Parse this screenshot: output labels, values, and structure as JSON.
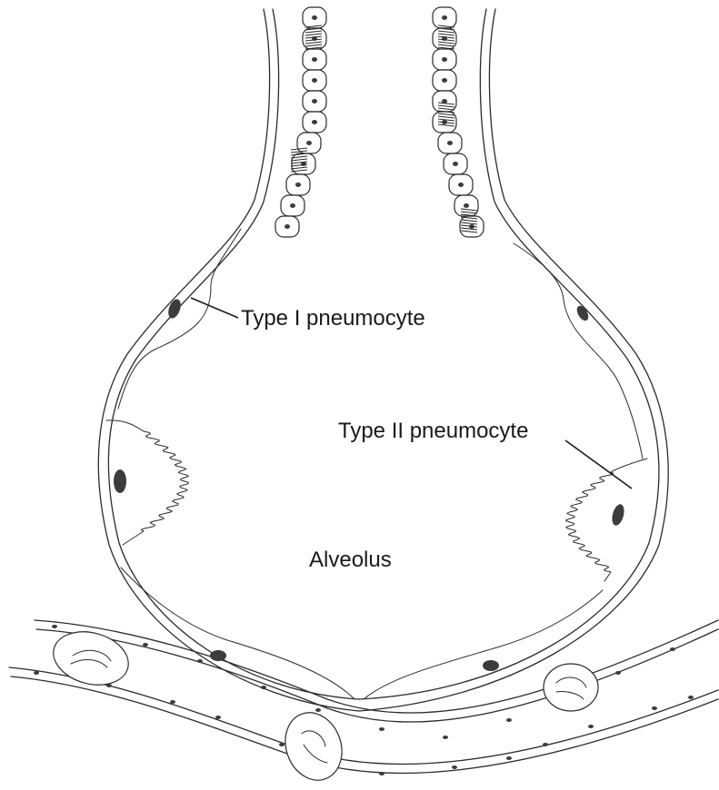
{
  "labels": {
    "type1": "Type I pneumocyte",
    "type2": "Type II pneumocyte",
    "alveolus": "Alveolus"
  },
  "colors": {
    "line": "#2b2b2b",
    "nucleus": "#3c3c3c",
    "background": "#ffffff"
  }
}
